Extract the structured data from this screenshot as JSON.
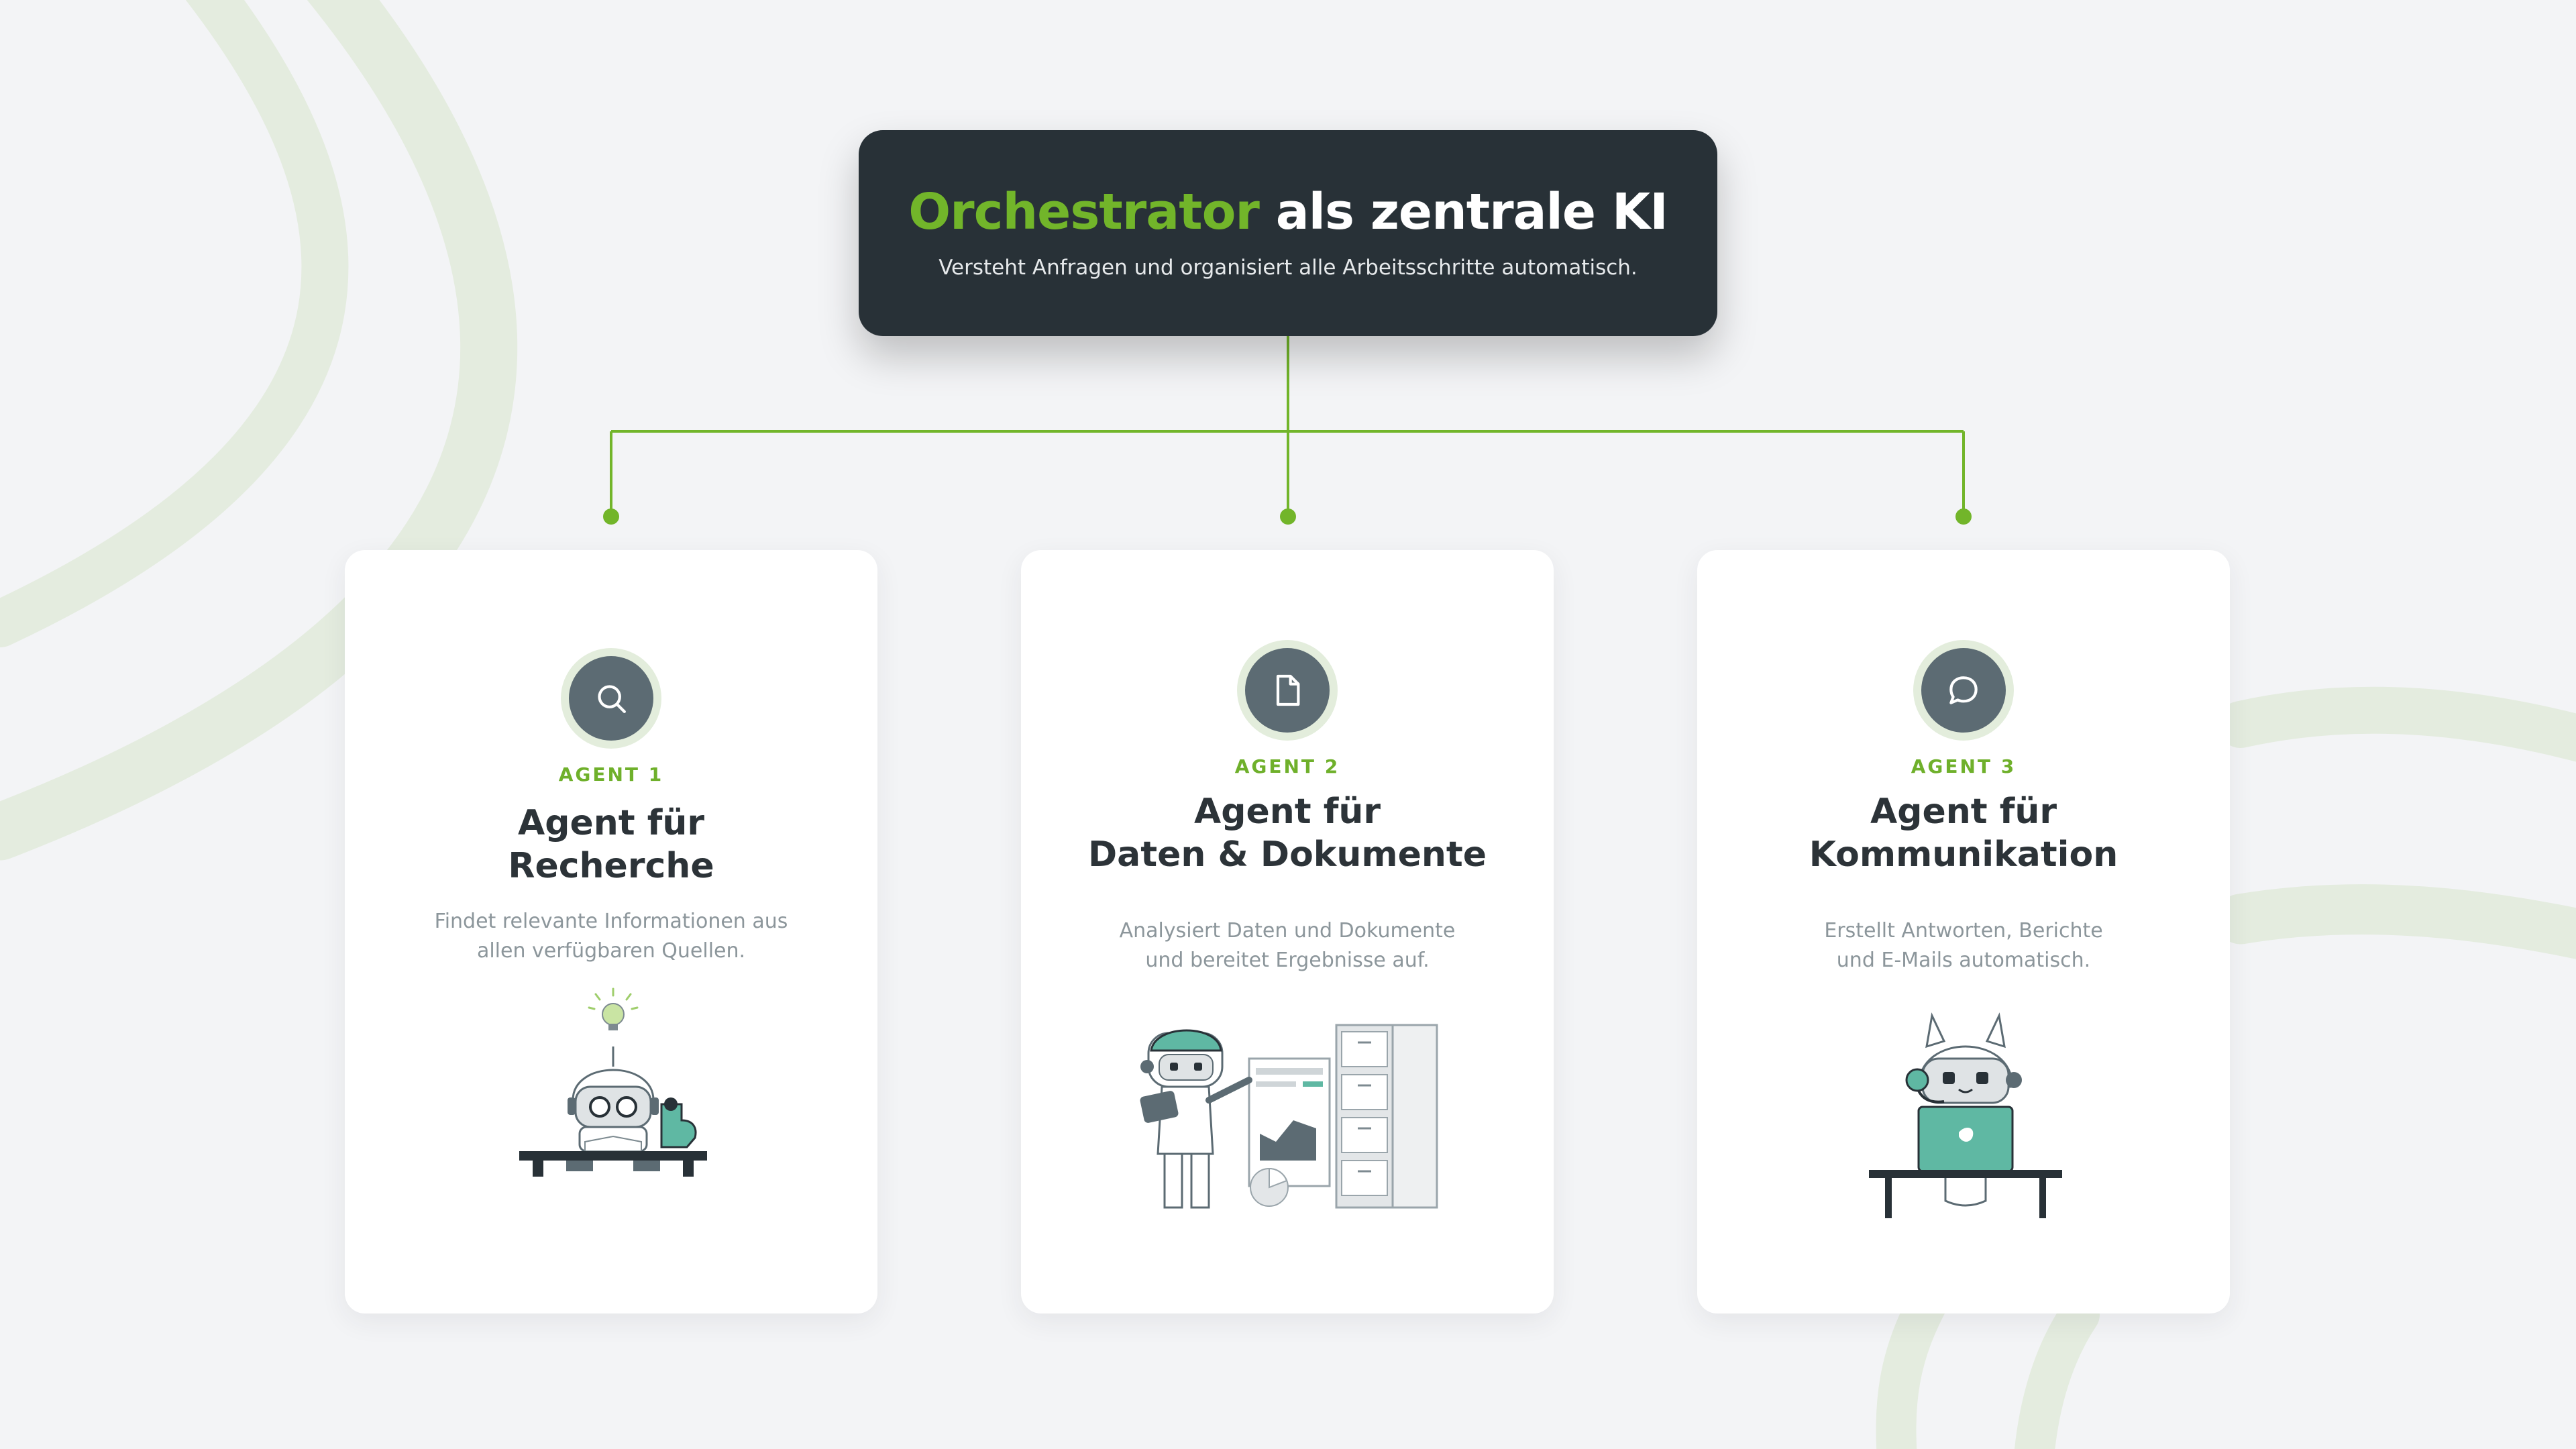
{
  "orchestrator": {
    "title_accent": "Orchestrator",
    "title_rest": "als zentrale KI",
    "subtitle": "Versteht Anfragen und organisiert alle Arbeitsschritte automatisch."
  },
  "agents": [
    {
      "label": "AGENT 1",
      "title_line1": "Agent für",
      "title_line2": "Recherche",
      "desc_line1": "Findet relevante Informationen aus",
      "desc_line2": "allen verfügbaren Quellen.",
      "icon": "search-icon"
    },
    {
      "label": "AGENT 2",
      "title_line1": "Agent für",
      "title_line2": "Daten & Dokumente",
      "desc_line1": "Analysiert Daten und Dokumente",
      "desc_line2": "und bereitet Ergebnisse auf.",
      "icon": "document-icon"
    },
    {
      "label": "AGENT 3",
      "title_line1": "Agent für",
      "title_line2": "Kommunikation",
      "desc_line1": "Erstellt Antworten, Berichte",
      "desc_line2": "und E-Mails automatisch.",
      "icon": "chat-bubble-icon"
    }
  ],
  "colors": {
    "accent": "#72b52a",
    "dark": "#283137",
    "icon_circle": "#5c6b73",
    "teal": "#5fb8a3",
    "background": "#f3f4f6"
  }
}
